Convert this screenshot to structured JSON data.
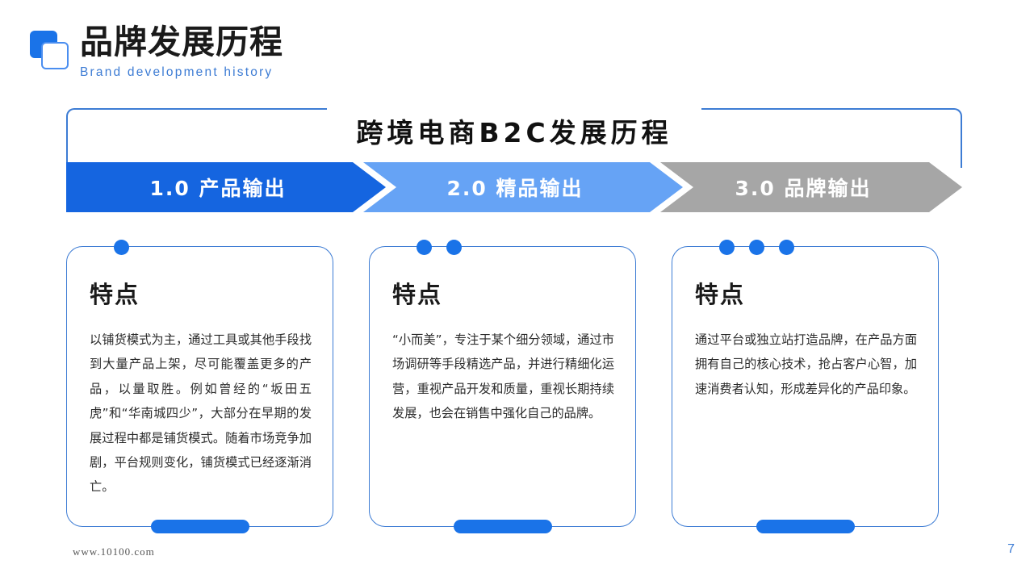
{
  "header": {
    "logo_icon": "overlapping-squares-logo",
    "title_cn": "品牌发展历程",
    "title_en": "Brand development history"
  },
  "main_title": "跨境电商B2C发展历程",
  "stages": [
    {
      "label": "1.0 产品输出",
      "color": "#1565e0"
    },
    {
      "label": "2.0 精品输出",
      "color": "#66a3f5"
    },
    {
      "label": "3.0 品牌输出",
      "color": "#a6a6a6"
    }
  ],
  "cards": [
    {
      "heading": "特点",
      "body": "以铺货模式为主，通过工具或其他手段找到大量产品上架，尽可能覆盖更多的产品，以量取胜。例如曾经的“坂田五虎”和“华南城四少”，大部分在早期的发展过程中都是铺货模式。随着市场竞争加剧，平台规则变化，铺货模式已经逐渐消亡。",
      "dots": 1
    },
    {
      "heading": "特点",
      "body": "“小而美”，专注于某个细分领域，通过市场调研等手段精选产品，并进行精细化运营，重视产品开发和质量，重视长期持续发展，也会在销售中强化自己的品牌。",
      "dots": 2
    },
    {
      "heading": "特点",
      "body": "通过平台或独立站打造品牌，在产品方面拥有自己的核心技术，抢占客户心智，加速消费者认知，形成差异化的产品印象。",
      "dots": 3
    }
  ],
  "footer": {
    "url": "www.10100.com",
    "page_number": "7"
  },
  "theme": {
    "accent": "#1a73e8",
    "border_blue": "#3d7cd4",
    "gray": "#a6a6a6"
  }
}
